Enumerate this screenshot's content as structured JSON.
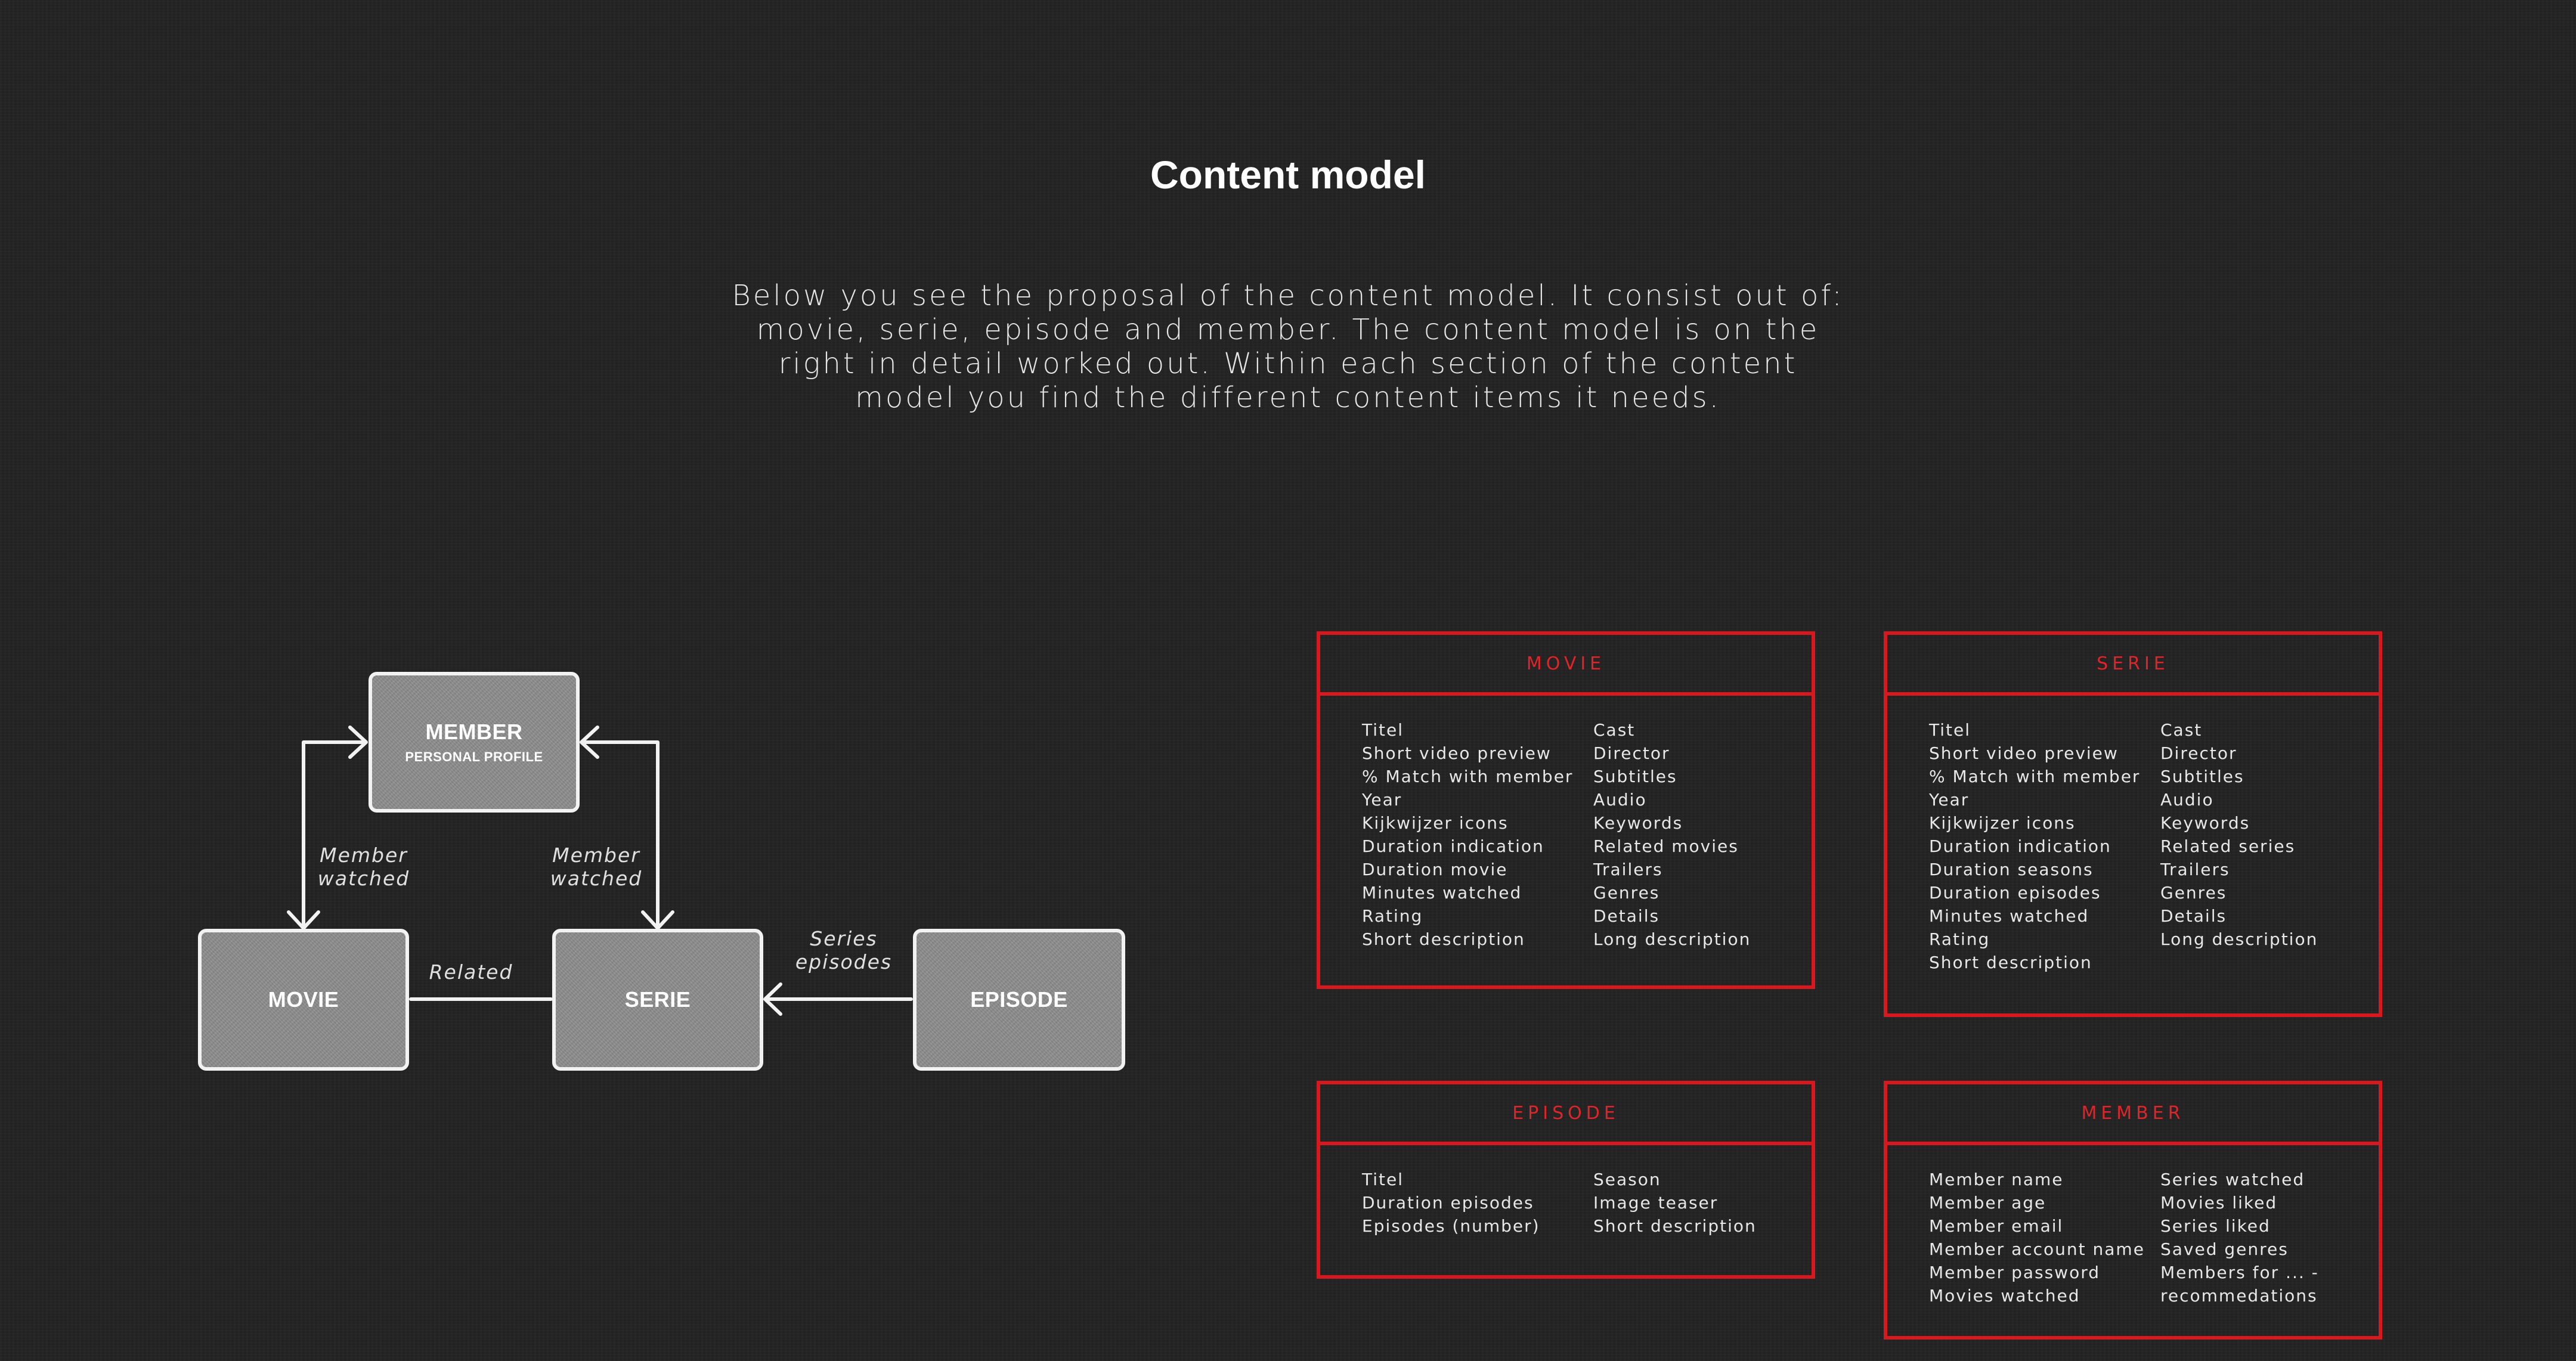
{
  "title": "Content model",
  "intro_lines": [
    "Below you see the proposal of the content model. It consist out of:",
    "movie, serie, episode and member. The content model is on the",
    "right in detail worked out. Within each section of the content",
    "model you find the different content items it needs."
  ],
  "diagram": {
    "nodes": {
      "member": {
        "name": "MEMBER",
        "sub": "PERSONAL PROFILE"
      },
      "movie": {
        "name": "MOVIE"
      },
      "serie": {
        "name": "SERIE"
      },
      "episode": {
        "name": "EPISODE"
      }
    },
    "edges": {
      "member_watched_left": "Member\nwatched",
      "member_watched_right": "Member\nwatched",
      "related": "Related",
      "series_episodes": "Series\nepisodes"
    },
    "colors": {
      "node_fill": "#8c8c8c",
      "stroke": "#f2f2f2"
    }
  },
  "cards": {
    "accent_color": "#d7191f",
    "movie": {
      "title": "MOVIE",
      "left": [
        "Titel",
        "Short video preview",
        "% Match with member",
        "Year",
        "Kijkwijzer icons",
        "Duration indication",
        "Duration movie",
        "Minutes watched",
        "Rating",
        "Short description"
      ],
      "right": [
        "Cast",
        "Director",
        "Subtitles",
        "Audio",
        "Keywords",
        "Related movies",
        "Trailers",
        "Genres",
        "Details",
        "Long description"
      ]
    },
    "serie": {
      "title": "SERIE",
      "left": [
        "Titel",
        "Short video preview",
        "% Match with member",
        "Year",
        "Kijkwijzer icons",
        "Duration indication",
        "Duration seasons",
        "Duration episodes",
        "Minutes watched",
        "Rating",
        "Short description"
      ],
      "right": [
        "Cast",
        "Director",
        "Subtitles",
        "Audio",
        "Keywords",
        "Related series",
        "Trailers",
        "Genres",
        "Details",
        "Long description"
      ]
    },
    "episode": {
      "title": "EPISODE",
      "left": [
        "Titel",
        "Duration episodes",
        "Episodes (number)"
      ],
      "right": [
        "Season",
        "Image teaser",
        "Short description"
      ]
    },
    "member": {
      "title": "MEMBER",
      "left": [
        "Member name",
        "Member age",
        "Member email",
        "Member account name",
        "Member password",
        "Movies watched"
      ],
      "right": [
        "Series watched",
        "Movies liked",
        "Series liked",
        "Saved genres",
        "Members for ... -\nrecommedations"
      ]
    }
  }
}
